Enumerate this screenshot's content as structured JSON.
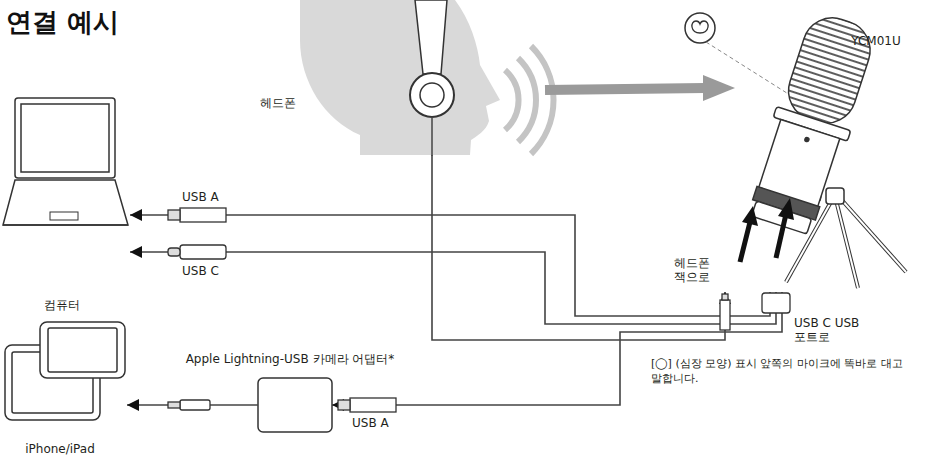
{
  "diagram": {
    "title": "연결 예시",
    "nodes": [
      {
        "text": [
          "컴퓨터"
        ]
      },
      {
        "text": [
          "iPhone/iPad"
        ]
      },
      {
        "text": [
          "Apple Lightning-USB 카메라 어댑터*"
        ]
      },
      {
        "text": [
          "헤드폰"
        ]
      },
      {
        "text": [
          "YCM01U"
        ]
      }
    ],
    "edges": [
      {
        "from": 4,
        "to": 0,
        "label": "USB A",
        "arrow": "to"
      },
      {
        "from": 4,
        "to": 0,
        "label": "USB C",
        "arrow": "to"
      },
      {
        "from": 4,
        "to": 2,
        "label": "USB A",
        "arrow": "to"
      },
      {
        "from": 2,
        "to": 1,
        "arrow": "to"
      },
      {
        "from": 3,
        "to": 4,
        "label": "헤드폰 잭으로",
        "arrow": "to"
      }
    ],
    "labels": [
      "USB C USB 포트로",
      "[◯] (심장 모양) 표시 앞쪽의 마이크에 똑바로 대고 말합니다."
    ]
  }
}
